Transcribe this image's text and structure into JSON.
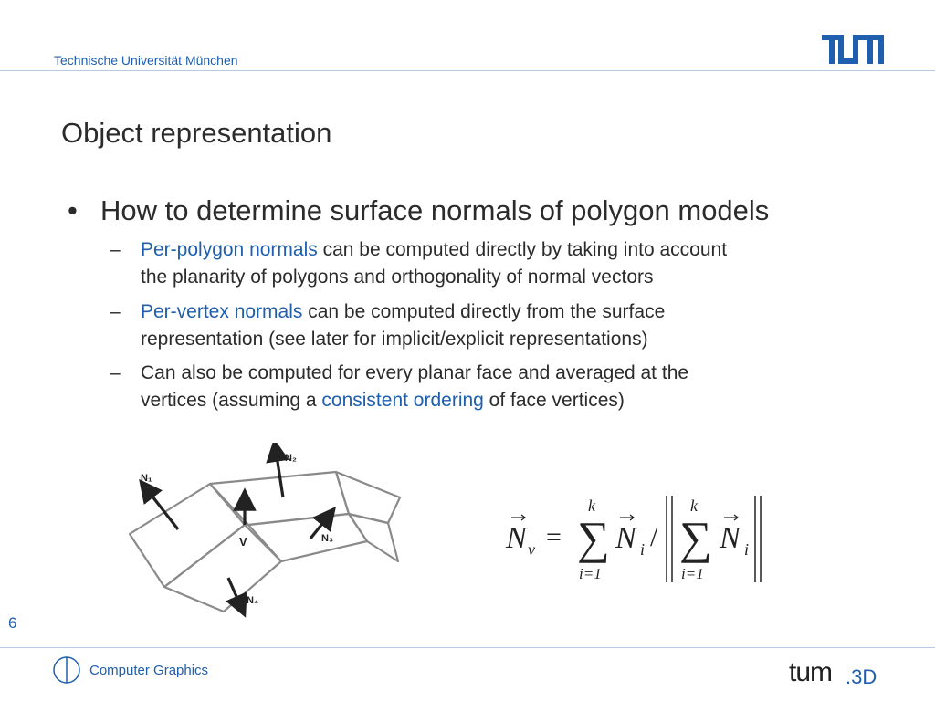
{
  "header": {
    "institution": "Technische Universität München",
    "logo_text": "TUM",
    "accent_color": "#1f5fae"
  },
  "slide": {
    "title": "Object representation",
    "bullet": "How to determine surface normals of polygon models",
    "subitems": [
      {
        "highlight": "Per-polygon normals",
        "rest_line1": " can be computed directly by taking into account",
        "line2": "the planarity of polygons and orthogonality of normal vectors"
      },
      {
        "highlight": "Per-vertex normals",
        "rest_line1": " can be computed directly from the surface",
        "line2": "representation (see later for implicit/explicit representations)"
      },
      {
        "line1": "Can also be computed for every planar face and averaged at the",
        "line2_pre": "vertices (assuming a ",
        "highlight": "consistent ordering",
        "line2_post": " of face vertices)"
      }
    ]
  },
  "diagram": {
    "labels": {
      "n1": "N₁",
      "n2": "N₂",
      "n3": "N₃",
      "n4": "N₄",
      "v": "V"
    }
  },
  "formula": {
    "lhs": "N",
    "lhs_sub": "v",
    "equals": "=",
    "sum_upper": "k",
    "sum_lower": "i=1",
    "term": "N",
    "term_sub": "i",
    "divide": "/"
  },
  "footer": {
    "page_number": "6",
    "course": "Computer Graphics",
    "logo_text": "tum.3D"
  }
}
